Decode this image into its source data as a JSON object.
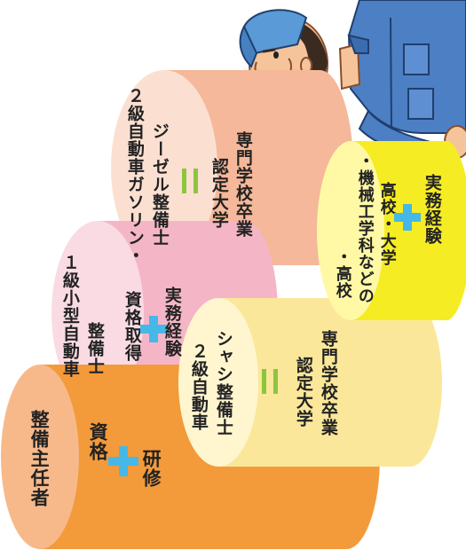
{
  "colors": {
    "orange": "#f39a3b",
    "orange_top": "#f7b98a",
    "pink": "#f4b6c7",
    "pink_top": "#fadbe4",
    "salmon": "#f5b89a",
    "salmon_top": "#fbe0d2",
    "light_yellow": "#fbe79a",
    "light_yellow_top": "#fff6cf",
    "yellow": "#f5ec24",
    "yellow_top": "#fff9a6",
    "plus": "#46b8e8",
    "equals": "#8cc63f"
  },
  "orange_cylinder": {
    "title": "整備主任者",
    "item1": "資格",
    "item2": "研修"
  },
  "pink_cylinder": {
    "title_line1": "１級小型自動車",
    "title_line2": "整備士",
    "item1": "資格取得",
    "item2": "実務経験"
  },
  "salmon_cylinder": {
    "title_line1": "２級自動車ガソリン・",
    "title_line2": "ジーゼル整備士",
    "req_line1": "認定大学",
    "req_line2": "専門学校卒業"
  },
  "light_yellow_cylinder": {
    "title_line1": "２級自動車",
    "title_line2": "シャシ整備士",
    "req_line1": "認定大学",
    "req_line2": "専門学校卒業"
  },
  "yellow_cylinder": {
    "item1": "・高校",
    "item2_line1": "・機械工学科などの",
    "item2_line2": "高校・大学",
    "item3": "実務経験"
  },
  "icons": {
    "person": "mechanic-illustration",
    "plus": "plus-icon",
    "equals": "equals-icon"
  }
}
